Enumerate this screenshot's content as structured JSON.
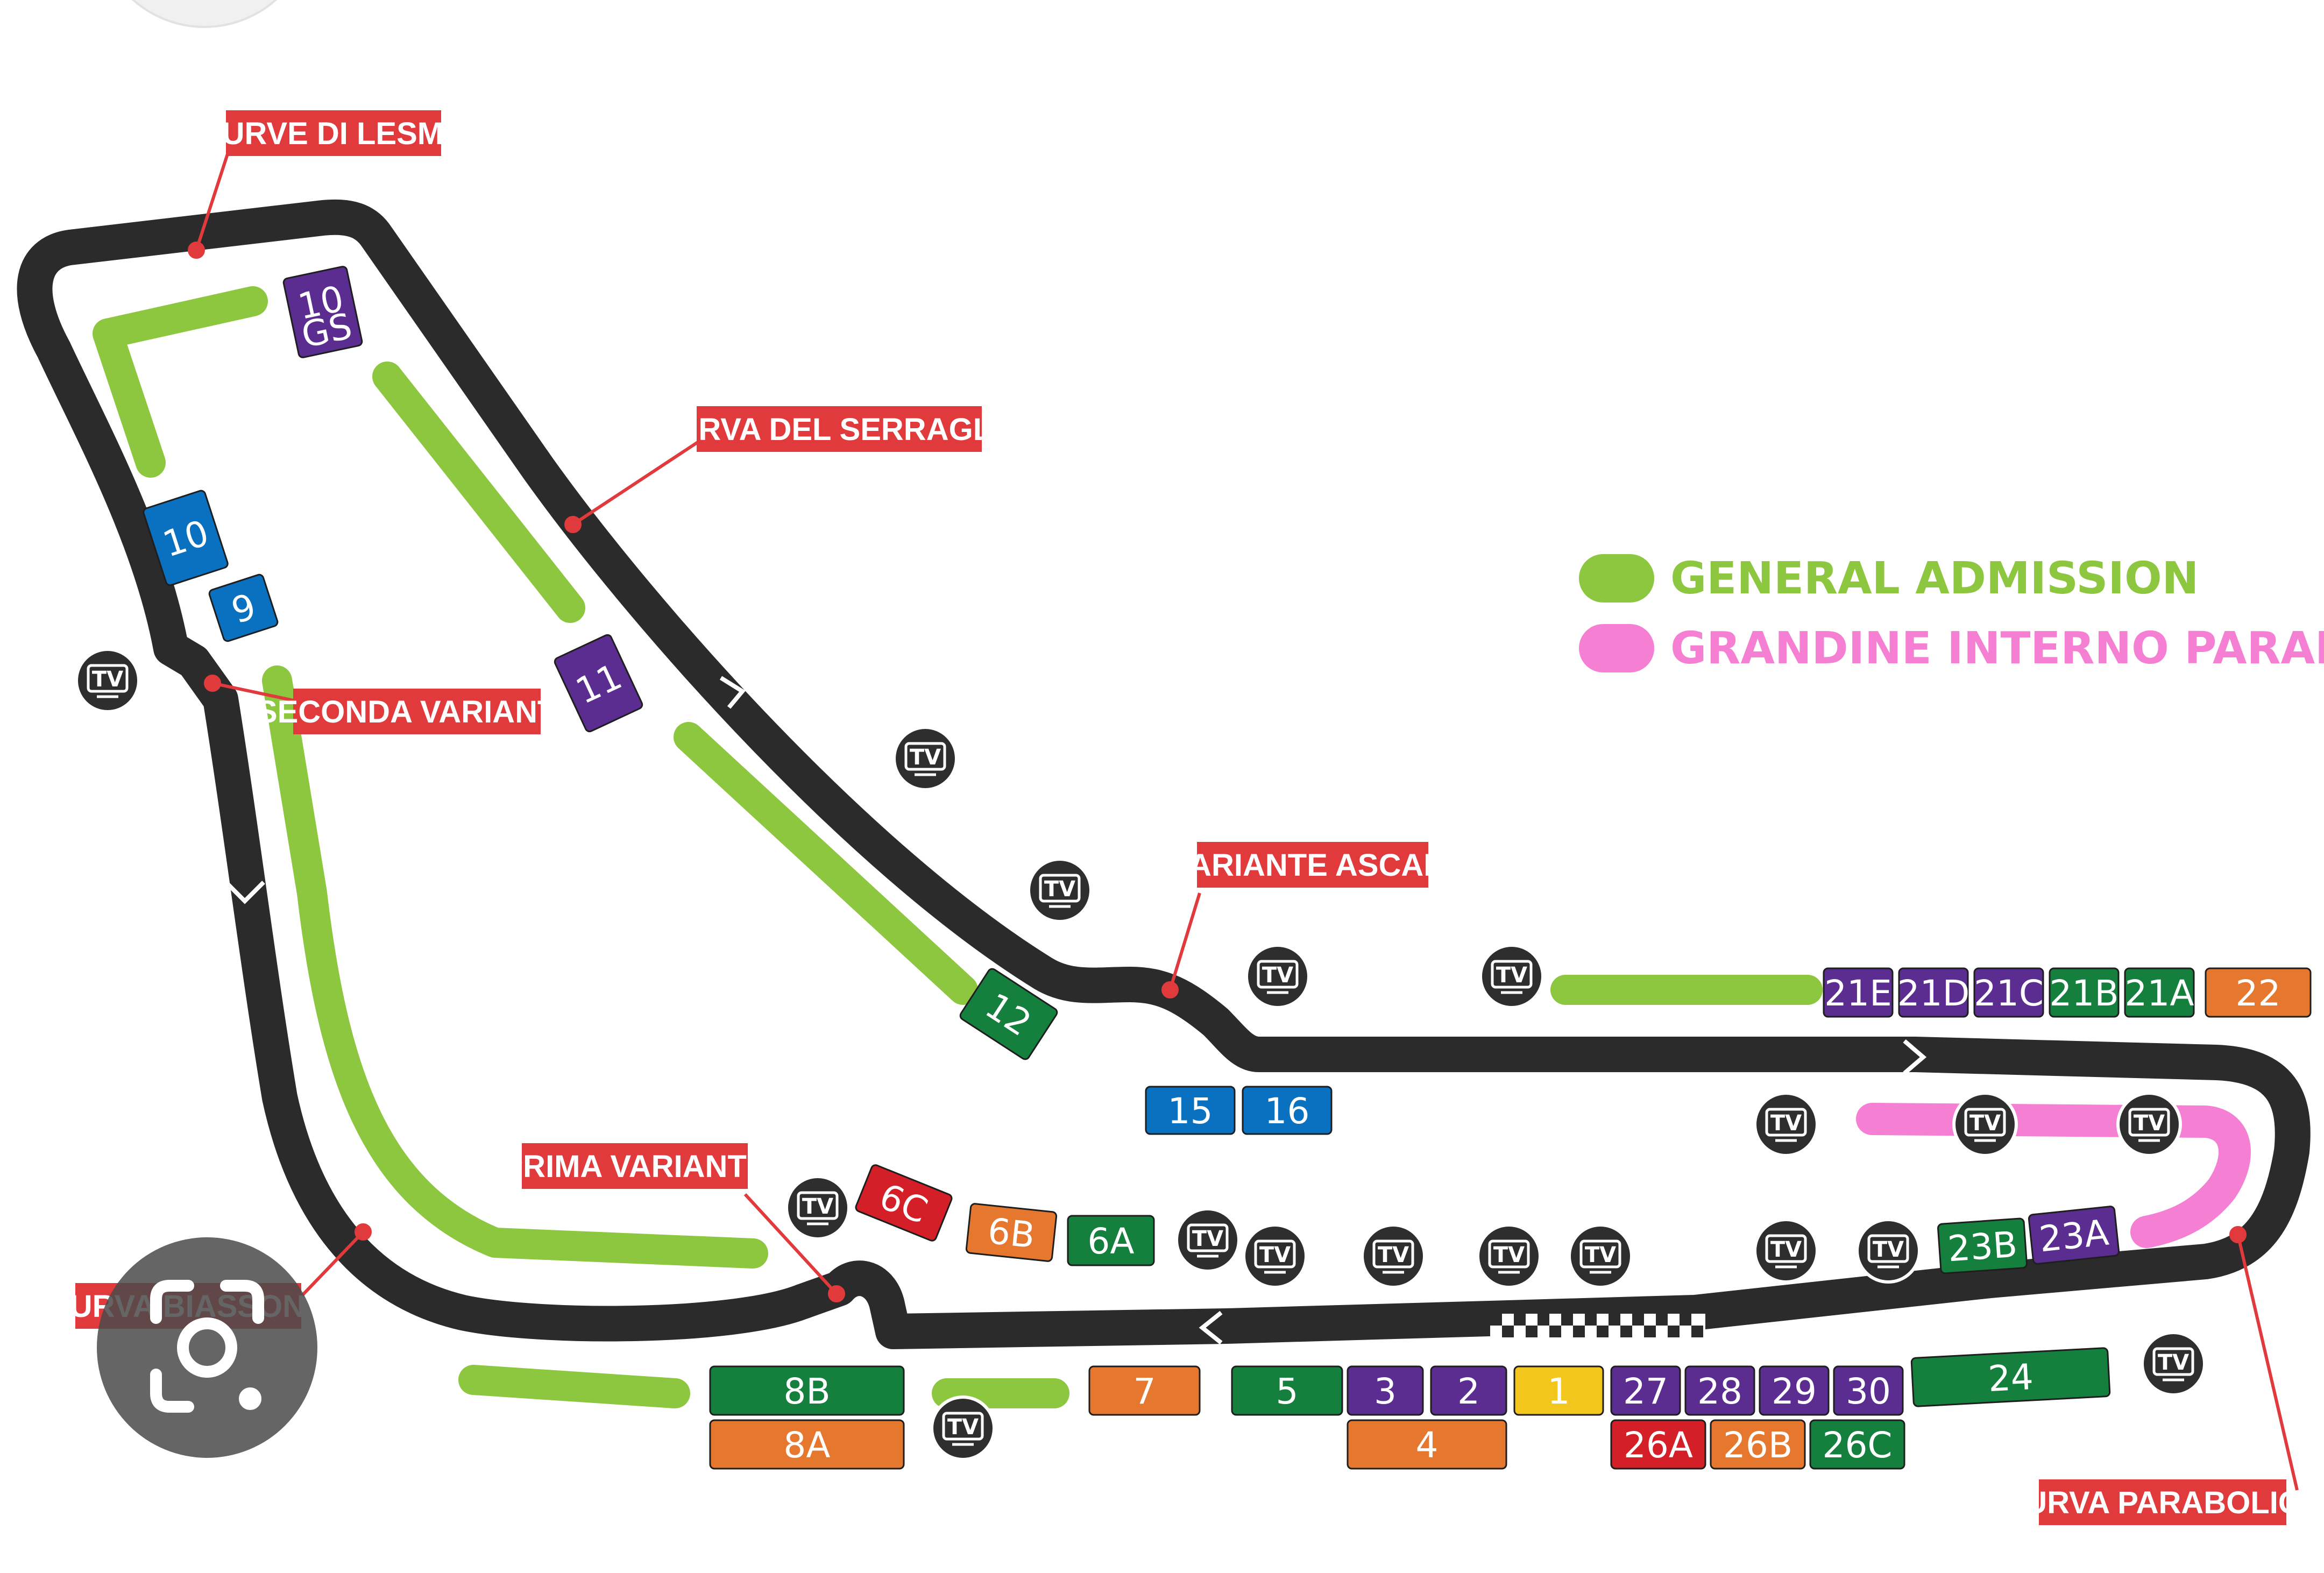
{
  "colors": {
    "track": "#2b2b2b",
    "general_admission": "#8dc63f",
    "grandine": "#f57fd3",
    "label_red": "#e03a3c",
    "stand_purple": "#5b2d90",
    "stand_green": "#15803d",
    "stand_blue": "#0a70c0",
    "stand_orange": "#e5772e",
    "stand_red": "#d51f28",
    "stand_yellow": "#f2c61d",
    "tv": "#2e2e2e"
  },
  "legend": {
    "general_admission": "GENERAL ADMISSION",
    "grandine": "GRANDINE INTERNO PARABÓLICA"
  },
  "corners": {
    "lesmo": "CURVE DI LESMO",
    "serraglio": "CURVA DEL SERRAGLIO",
    "seconda": "SECONDA VARIANTE",
    "ascari": "VARIANTE ASCARI",
    "prima": "PRIMA VARIANTE",
    "biassono": "CURVA BIASSONO",
    "parabolica": "CURVA PARABOLICA"
  },
  "tv_label": "TV",
  "stands": [
    {
      "id": "10gs",
      "label": "10",
      "sub": "GS",
      "color": "purple"
    },
    {
      "id": "10",
      "label": "10",
      "color": "blue"
    },
    {
      "id": "9",
      "label": "9",
      "color": "blue"
    },
    {
      "id": "11",
      "label": "11",
      "color": "purple"
    },
    {
      "id": "12",
      "label": "12",
      "color": "green"
    },
    {
      "id": "15",
      "label": "15",
      "color": "blue"
    },
    {
      "id": "16",
      "label": "16",
      "color": "blue"
    },
    {
      "id": "6c",
      "label": "6C",
      "color": "red"
    },
    {
      "id": "6b",
      "label": "6B",
      "color": "orange"
    },
    {
      "id": "6a",
      "label": "6A",
      "color": "green"
    },
    {
      "id": "21e",
      "label": "21E",
      "color": "purple"
    },
    {
      "id": "21d",
      "label": "21D",
      "color": "purple"
    },
    {
      "id": "21c",
      "label": "21C",
      "color": "purple"
    },
    {
      "id": "21b",
      "label": "21B",
      "color": "green"
    },
    {
      "id": "21a",
      "label": "21A",
      "color": "green"
    },
    {
      "id": "22",
      "label": "22",
      "color": "orange"
    },
    {
      "id": "23b",
      "label": "23B",
      "color": "green"
    },
    {
      "id": "23a",
      "label": "23A",
      "color": "purple"
    },
    {
      "id": "8b",
      "label": "8B",
      "color": "green"
    },
    {
      "id": "8a",
      "label": "8A",
      "color": "orange"
    },
    {
      "id": "7",
      "label": "7",
      "color": "orange"
    },
    {
      "id": "5",
      "label": "5",
      "color": "green"
    },
    {
      "id": "3",
      "label": "3",
      "color": "purple"
    },
    {
      "id": "2",
      "label": "2",
      "color": "purple"
    },
    {
      "id": "1",
      "label": "1",
      "color": "yellow"
    },
    {
      "id": "4",
      "label": "4",
      "color": "orange"
    },
    {
      "id": "27",
      "label": "27",
      "color": "purple"
    },
    {
      "id": "28",
      "label": "28",
      "color": "purple"
    },
    {
      "id": "29",
      "label": "29",
      "color": "purple"
    },
    {
      "id": "30",
      "label": "30",
      "color": "purple"
    },
    {
      "id": "26a",
      "label": "26A",
      "color": "red"
    },
    {
      "id": "26b",
      "label": "26B",
      "color": "orange"
    },
    {
      "id": "26c",
      "label": "26C",
      "color": "green"
    },
    {
      "id": "24",
      "label": "24",
      "color": "green"
    }
  ]
}
